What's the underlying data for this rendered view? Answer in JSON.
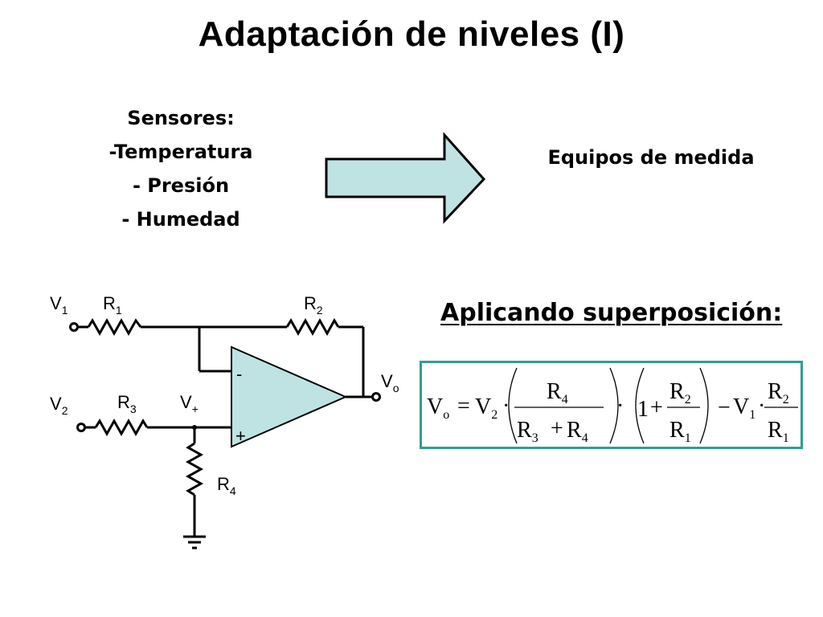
{
  "title": "Adaptación de niveles (I)",
  "sensors": {
    "heading": "Sensores:",
    "items": [
      "-Temperatura",
      "- Presión",
      "- Humedad"
    ]
  },
  "equipment": "Equipos de medida",
  "superposition": "Aplicando superposición:",
  "circuit": {
    "v1": "V",
    "v1_sub": "1",
    "v2": "V",
    "v2_sub": "2",
    "r1": "R",
    "r1_sub": "1",
    "r2": "R",
    "r2_sub": "2",
    "r3": "R",
    "r3_sub": "3",
    "r4": "R",
    "r4_sub": "4",
    "vplus": "V",
    "vplus_sub": "+",
    "vo": "V",
    "vo_sub": "o",
    "minus": "-",
    "plus": "+"
  },
  "formula": {
    "lhs": "V",
    "lhs_sub": "o",
    "eq": "=",
    "v2": "V",
    "v2_sub": "2",
    "dot": "·",
    "num1": "R",
    "num1_sub": "4",
    "den1a": "R",
    "den1a_sub": "3",
    "den1_plus": "+",
    "den1b": "R",
    "den1b_sub": "4",
    "one": "1",
    "one_plus": "+",
    "num2": "R",
    "num2_sub": "2",
    "den2": "R",
    "den2_sub": "1",
    "minus": "−",
    "v1": "V",
    "v1_sub": "1",
    "num3": "R",
    "num3_sub": "2",
    "den3": "R",
    "den3_sub": "1"
  },
  "colors": {
    "arrow_fill": "#bfe3e3",
    "opamp_fill": "#bfe3e3",
    "formula_border": "#2f9e92"
  }
}
